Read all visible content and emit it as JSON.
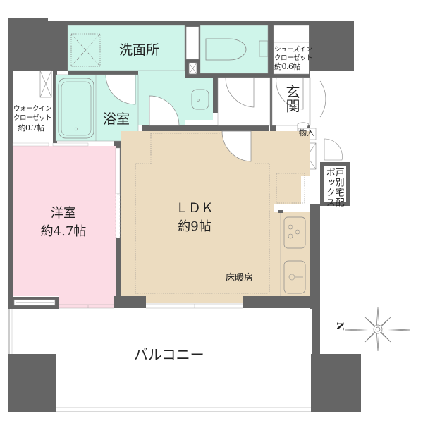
{
  "floor_plan": {
    "type": "apartment floor plan (1LDK)",
    "colors": {
      "wall": "#656565",
      "wet_area": "#cff5ea",
      "ldk_floor": "#ecdcc0",
      "western_room": "#fcdce5",
      "storage": "#ffffff",
      "balcony": "#ffffff"
    },
    "rooms": {
      "washroom": {
        "label": "洗面所"
      },
      "bathroom": {
        "label": "浴室"
      },
      "walk_in_closet": {
        "line1": "ウォークイン",
        "line2": "クローゼット",
        "size": "約0.7帖"
      },
      "shoes_closet": {
        "line1": "シューズイン",
        "line2": "クローゼット",
        "size": "約0.6帖"
      },
      "entrance": {
        "label": "玄関"
      },
      "storage": {
        "label": "物入"
      },
      "delivery_box": {
        "line1": "戸別宅配",
        "line2": "ボックス"
      },
      "western_room": {
        "label": "洋室",
        "size": "約4.7帖"
      },
      "ldk": {
        "label": "ＬＤＫ",
        "size": "約9帖",
        "note": "床暖房"
      },
      "balcony": {
        "label": "バルコニー"
      }
    },
    "compass": {
      "label": "N",
      "direction": "left"
    }
  }
}
